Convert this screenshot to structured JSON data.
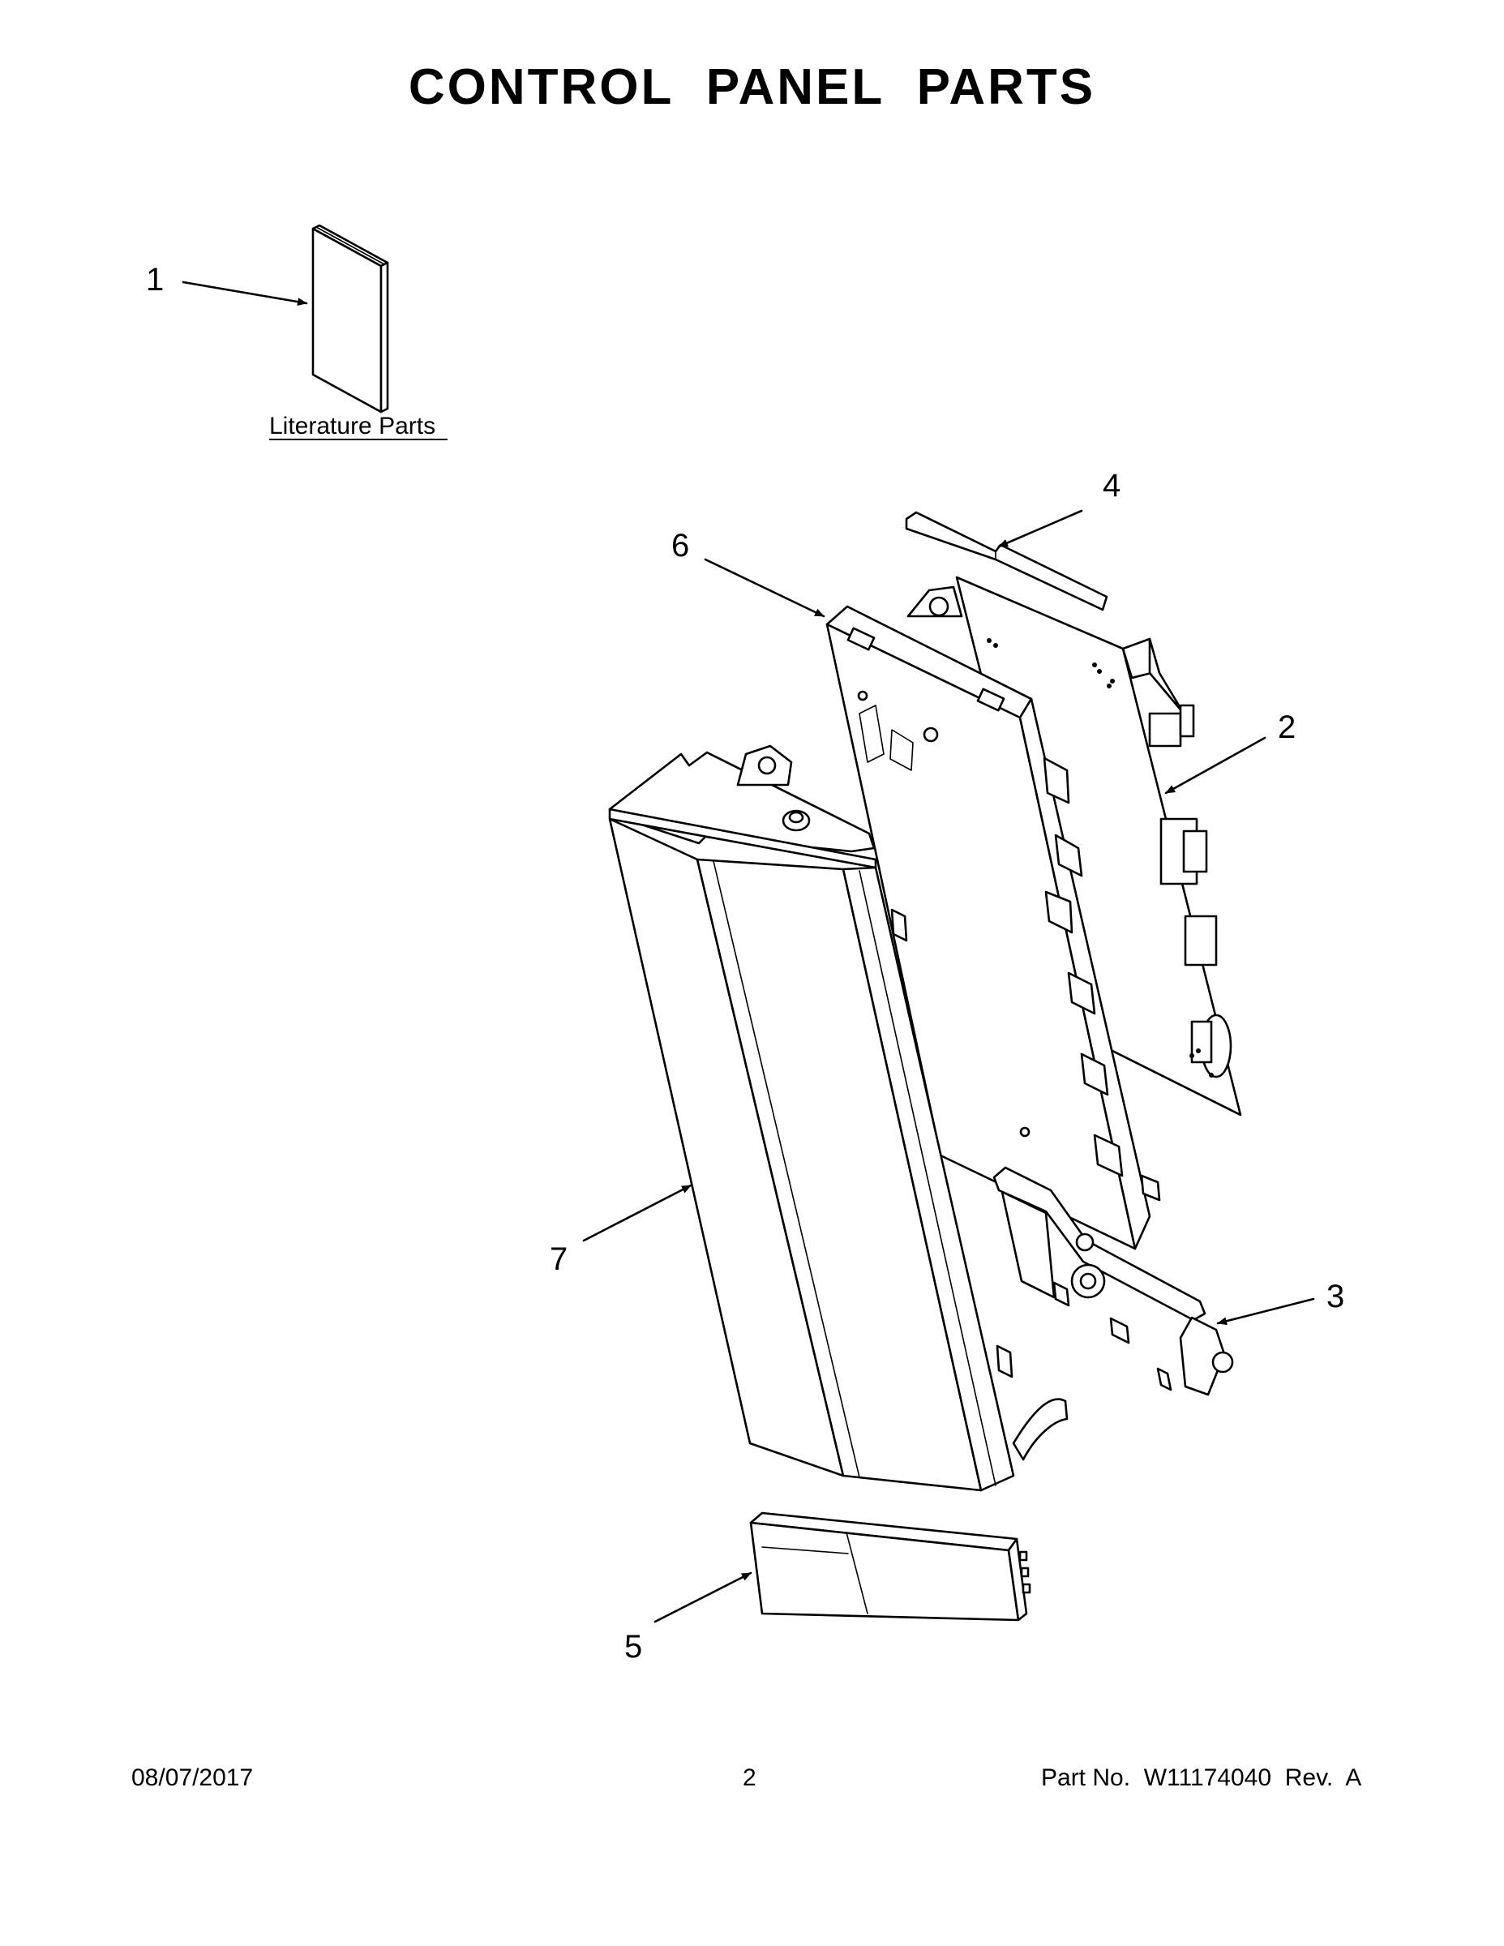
{
  "page": {
    "title": "CONTROL  PANEL  PARTS"
  },
  "literature": {
    "label": "Literature Parts"
  },
  "callouts": [
    {
      "id": "1",
      "label": "1"
    },
    {
      "id": "2",
      "label": "2"
    },
    {
      "id": "3",
      "label": "3"
    },
    {
      "id": "4",
      "label": "4"
    },
    {
      "id": "5",
      "label": "5"
    },
    {
      "id": "6",
      "label": "6"
    },
    {
      "id": "7",
      "label": "7"
    }
  ],
  "footer": {
    "date": "08/07/2017",
    "page_number": "2",
    "part_number": "Part No.  W11174040  Rev.  A"
  }
}
